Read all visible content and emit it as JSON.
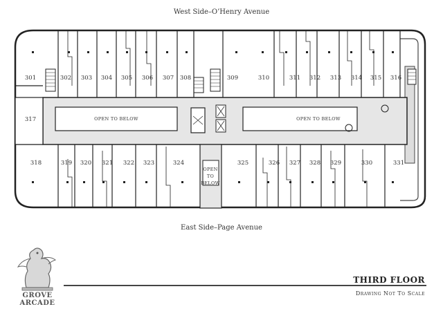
{
  "streets": {
    "top": "West Side–O’Henry Avenue",
    "bottom": "East Side–Page Avenue"
  },
  "top_units": [
    "301",
    "302",
    "303",
    "304",
    "305",
    "306",
    "307",
    "308",
    "309",
    "310",
    "311",
    "312",
    "313",
    "314",
    "315",
    "316"
  ],
  "west_unit": "317",
  "bottom_units": [
    "318",
    "319",
    "320",
    "321",
    "322",
    "323",
    "324",
    "325",
    "326",
    "327",
    "328",
    "329",
    "330",
    "331"
  ],
  "atrium": {
    "left": "OPEN TO BELOW",
    "right": "OPEN TO BELOW",
    "center": [
      "OPEN",
      "TO",
      "BELOW"
    ]
  },
  "title": "THIRD FLOOR",
  "subtitle": "Drawing Not To Scale",
  "logo": {
    "line1": "GROVE",
    "line2": "ARCADE"
  }
}
